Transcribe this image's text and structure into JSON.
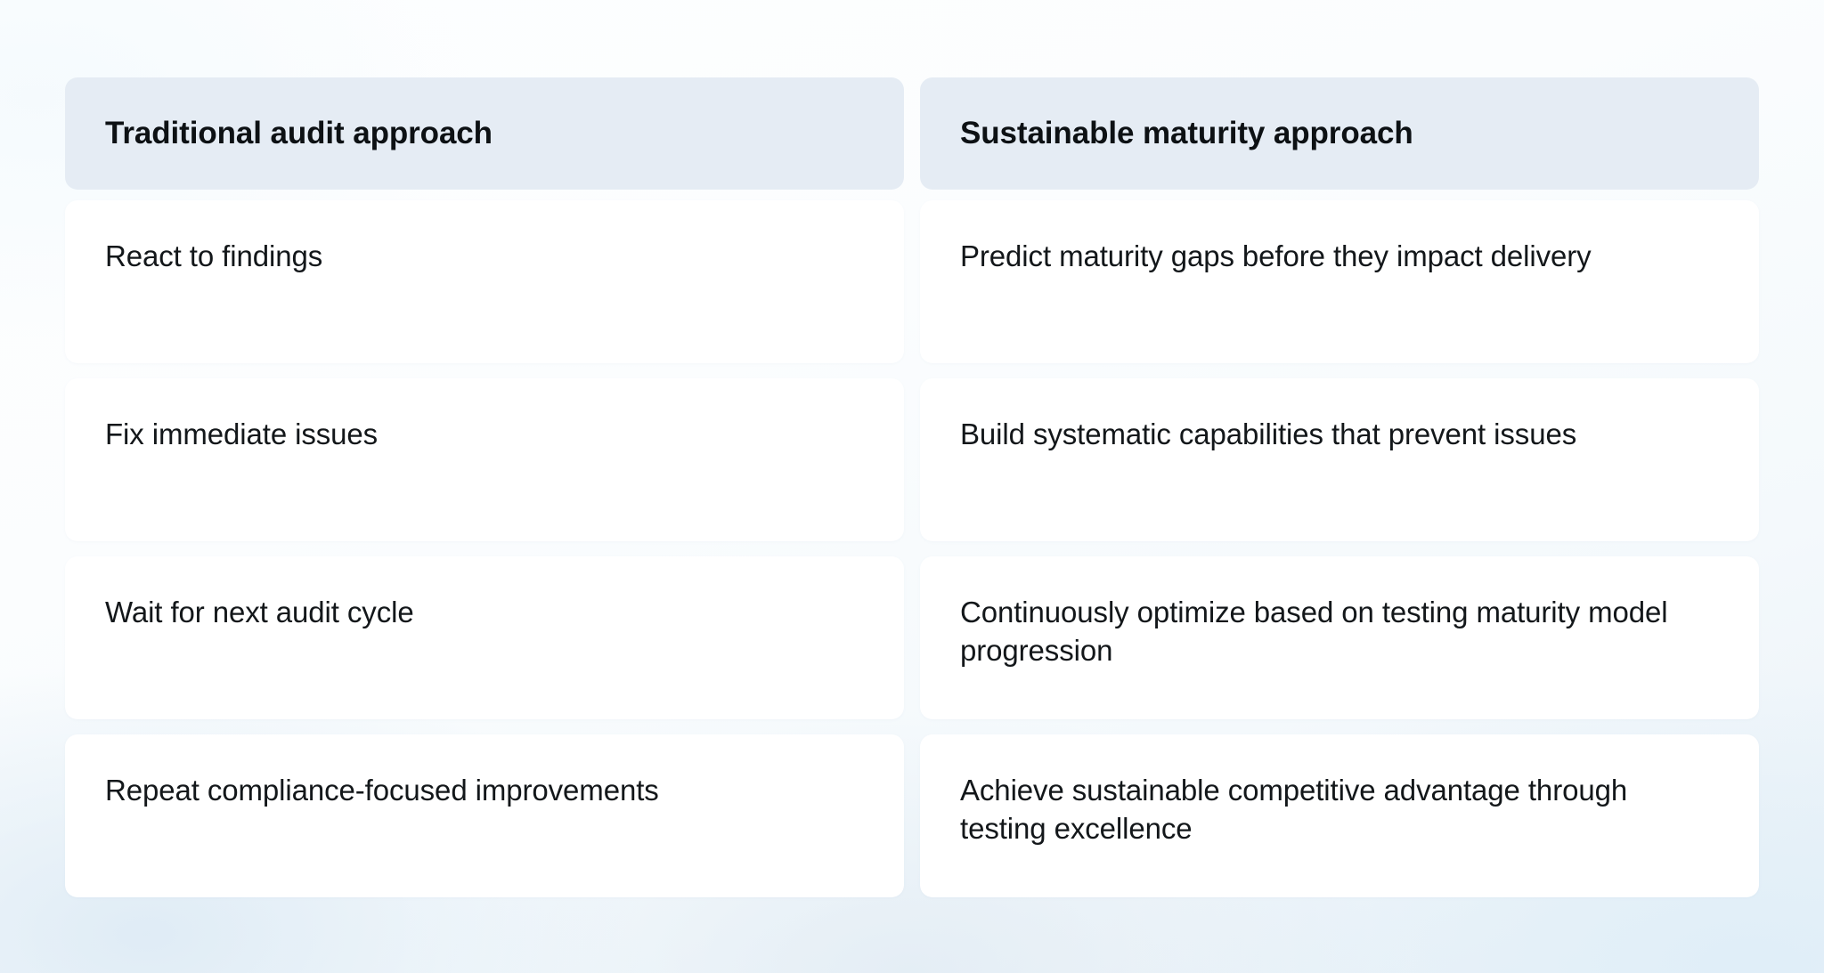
{
  "comparison_table": {
    "columns": [
      {
        "header": "Traditional audit approach"
      },
      {
        "header": "Sustainable maturity approach"
      }
    ],
    "rows": [
      {
        "left": "React to findings",
        "right": "Predict maturity gaps before they impact delivery"
      },
      {
        "left": "Fix immediate issues",
        "right": "Build systematic capabilities that prevent issues"
      },
      {
        "left": "Wait for next audit cycle",
        "right": "Continuously optimize based on testing maturity model progression"
      },
      {
        "left": "Repeat compliance-focused improvements",
        "right": "Achieve sustainable competitive advantage through testing excellence"
      }
    ]
  },
  "colors": {
    "header_background": "#e5ecf4",
    "cell_background": "#ffffff",
    "text": "#13171a",
    "header_text": "#0d1114",
    "page_background": "#fbfdfe",
    "page_background_tint": "#eaf1f7"
  }
}
